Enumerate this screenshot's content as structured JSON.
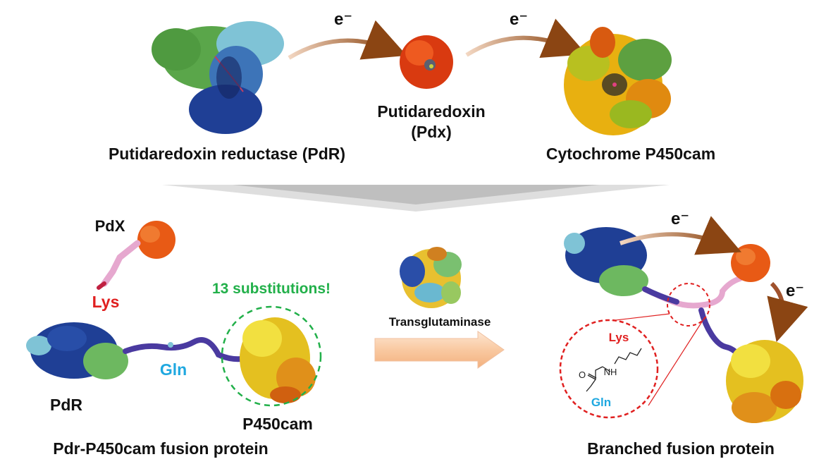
{
  "top": {
    "pdr_label": "Putidaredoxin reductase (PdR)",
    "pdx_label_line1": "Putidaredoxin",
    "pdx_label_line2": "(Pdx)",
    "p450_label": "Cytochrome P450cam",
    "electron_1": "e⁻",
    "electron_2": "e⁻"
  },
  "bottom_left": {
    "pdx_label": "PdX",
    "lys_label": "Lys",
    "gln_label": "Gln",
    "pdr_label": "PdR",
    "p450_label": "P450cam",
    "substitutions_label": "13 substitutions!",
    "caption": "Pdr-P450cam fusion protein"
  },
  "middle": {
    "enzyme_label": "Transglutaminase"
  },
  "bottom_right": {
    "electron_1": "e⁻",
    "electron_2": "e⁻",
    "lys_label": "Lys",
    "gln_label": "Gln",
    "nh_label": "NH",
    "o_label": "O",
    "caption": "Branched fusion protein"
  },
  "colors": {
    "lys": "#e02020",
    "gln": "#1fa8e0",
    "substitutions": "#22b04a",
    "electron_arrow": "#a0522d",
    "process_arrow": "#f8c9a0"
  }
}
